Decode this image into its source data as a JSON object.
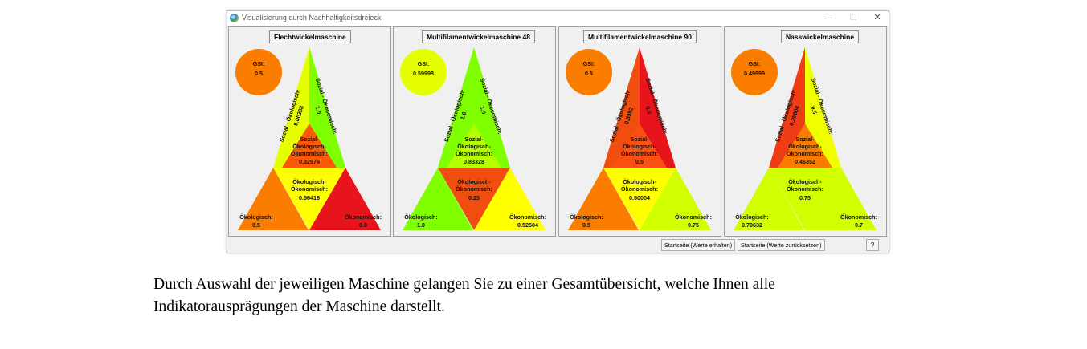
{
  "window": {
    "title": "Visualisierung durch Nachhaltigkeitsdreieck",
    "controls": {
      "minimize": "—",
      "maximize": "☐",
      "close": "✕"
    }
  },
  "colors": {
    "red": "#e8261c",
    "orange_red": "#f04e0f",
    "orange": "#fa7d00",
    "yellow": "#ffff00",
    "yellow_green": "#d2ff00",
    "green": "#7fff00"
  },
  "machines": [
    {
      "name": "Flechtwickelmaschine",
      "gsi_label": "GSI:",
      "gsi": "0.5",
      "gsi_color": "#fa7d00",
      "sozial_oekologisch_label": "Sozial - Ökologisch:",
      "sozial_oekologisch": "0.00288",
      "sozial_oekologisch_color": "#e6ff00",
      "sozial_oekonomisch_label": "Sozial - Ökonomisch:",
      "sozial_oekonomisch": "1.0",
      "sozial_oekonomisch_color": "#7fff00",
      "sozial_center_label": "Sozial-Ökologisch-Ökonomisch:",
      "sozial_center": "0.32976",
      "sozial_center_color": "#fa5a0a",
      "oek_oek_label": "Ökologisch-Ökonomisch:",
      "oek_oek": "0.56416",
      "oek_oek_color": "#ffff00",
      "oekologisch_label": "Ökologisch:",
      "oekologisch": "0.5",
      "oekologisch_color": "#fa7d00",
      "oekonomisch_label": "Ökonomisch:",
      "oekonomisch": "0.0",
      "oekonomisch_color": "#e8141c"
    },
    {
      "name": "Multifilamentwickelmaschine 48",
      "gsi_label": "GSI:",
      "gsi": "0.59998",
      "gsi_color": "#e6ff00",
      "sozial_oekologisch_label": "Sozial - Ökologisch:",
      "sozial_oekologisch": "1.0",
      "sozial_oekologisch_color": "#7fff00",
      "sozial_oekonomisch_label": "Sozial - Ökonomisch:",
      "sozial_oekonomisch": "1.0",
      "sozial_oekonomisch_color": "#7fff00",
      "sozial_center_label": "Sozial-Ökologisch-Ökonomisch:",
      "sozial_center": "0.83328",
      "sozial_center_color": "#b4ff00",
      "oek_oek_label": "Ökologisch-Ökonomisch:",
      "oek_oek": "0.25",
      "oek_oek_color": "#f04e0f",
      "oekologisch_label": "Ökologisch:",
      "oekologisch": "1.0",
      "oekologisch_color": "#7fff00",
      "oekonomisch_label": "Ökonomisch:",
      "oekonomisch": "0.52504",
      "oekonomisch_color": "#ffff00"
    },
    {
      "name": "Multifilamentwickelmaschine 90",
      "gsi_label": "GSI:",
      "gsi": "0.5",
      "gsi_color": "#fa7d00",
      "sozial_oekologisch_label": "Sozial - Ökologisch:",
      "sozial_oekologisch": "0.3492",
      "sozial_oekologisch_color": "#f04e0f",
      "sozial_oekonomisch_label": "Sozial - Ökonomisch:",
      "sozial_oekonomisch": "0.0",
      "sozial_oekonomisch_color": "#e8141c",
      "sozial_center_label": "Sozial-Ökologisch-Ökonomisch:",
      "sozial_center": "0.5",
      "sozial_center_color": "#fa5014",
      "oek_oek_label": "Ökologisch-Ökonomisch:",
      "oek_oek": "0.50004",
      "oek_oek_color": "#ffff00",
      "oekologisch_label": "Ökologisch:",
      "oekologisch": "0.5",
      "oekologisch_color": "#fa7d00",
      "oekonomisch_label": "Ökonomisch:",
      "oekonomisch": "0.75",
      "oekonomisch_color": "#d2ff00"
    },
    {
      "name": "Nasswickelmaschine",
      "gsi_label": "GSI:",
      "gsi": "0.49999",
      "gsi_color": "#fa7d00",
      "sozial_oekologisch_label": "Sozial - Ökologisch:",
      "sozial_oekologisch": "0.20004",
      "sozial_oekologisch_color": "#f03c14",
      "sozial_oekonomisch_label": "Sozial - Ökonomisch:",
      "sozial_oekonomisch": "0.6",
      "sozial_oekonomisch_color": "#f0ff00",
      "sozial_center_label": "Sozial-Ökologisch-Ökonomisch:",
      "sozial_center": "0.46352",
      "sozial_center_color": "#fa7d00",
      "oek_oek_label": "Ökologisch-Ökonomisch:",
      "oek_oek": "0.75",
      "oek_oek_color": "#d2ff00",
      "oekologisch_label": "Ökologisch:",
      "oekologisch": "0.70632",
      "oekologisch_color": "#d2ff00",
      "oekonomisch_label": "Ökonomisch:",
      "oekonomisch": "0.7",
      "oekonomisch_color": "#d2ff00"
    }
  ],
  "footer": {
    "start_keep": "Startseite (Werte erhalten)",
    "start_reset": "Startseite (Werte zurücksetzen)",
    "help": "?"
  },
  "caption": {
    "line1": "Durch Auswahl der jeweiligen Maschine gelangen Sie zu einer Gesamtübersicht, welche Ihnen alle",
    "line2": "Indikatorausprägungen der Maschine darstellt."
  }
}
